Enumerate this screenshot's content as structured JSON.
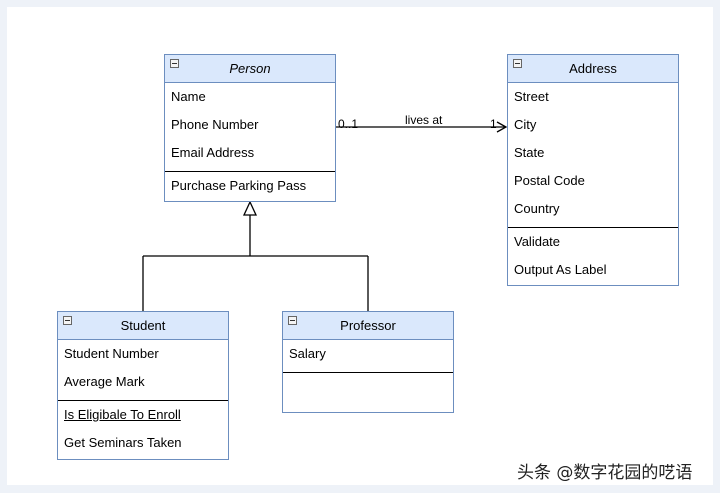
{
  "classes": {
    "person": {
      "name": "Person",
      "attributes": [
        "Name",
        "Phone Number",
        "Email Address"
      ],
      "operations": [
        "Purchase Parking Pass"
      ]
    },
    "address": {
      "name": "Address",
      "attributes": [
        "Street",
        "City",
        "State",
        "Postal Code",
        "Country"
      ],
      "operations": [
        "Validate",
        "Output As Label"
      ]
    },
    "student": {
      "name": "Student",
      "attributes": [
        "Student Number",
        "Average Mark"
      ],
      "operations": [
        "Is Eligibale To Enroll",
        "Get Seminars Taken"
      ]
    },
    "professor": {
      "name": "Professor",
      "attributes": [
        "Salary"
      ],
      "operations": []
    }
  },
  "association": {
    "label": "lives at",
    "source_multiplicity": "0..1",
    "target_multiplicity": "1"
  },
  "watermark": "头条 @数字花园的呓语",
  "colors": {
    "header_fill": "#dae8fc",
    "border": "#6c8ebf",
    "line": "#000000"
  }
}
